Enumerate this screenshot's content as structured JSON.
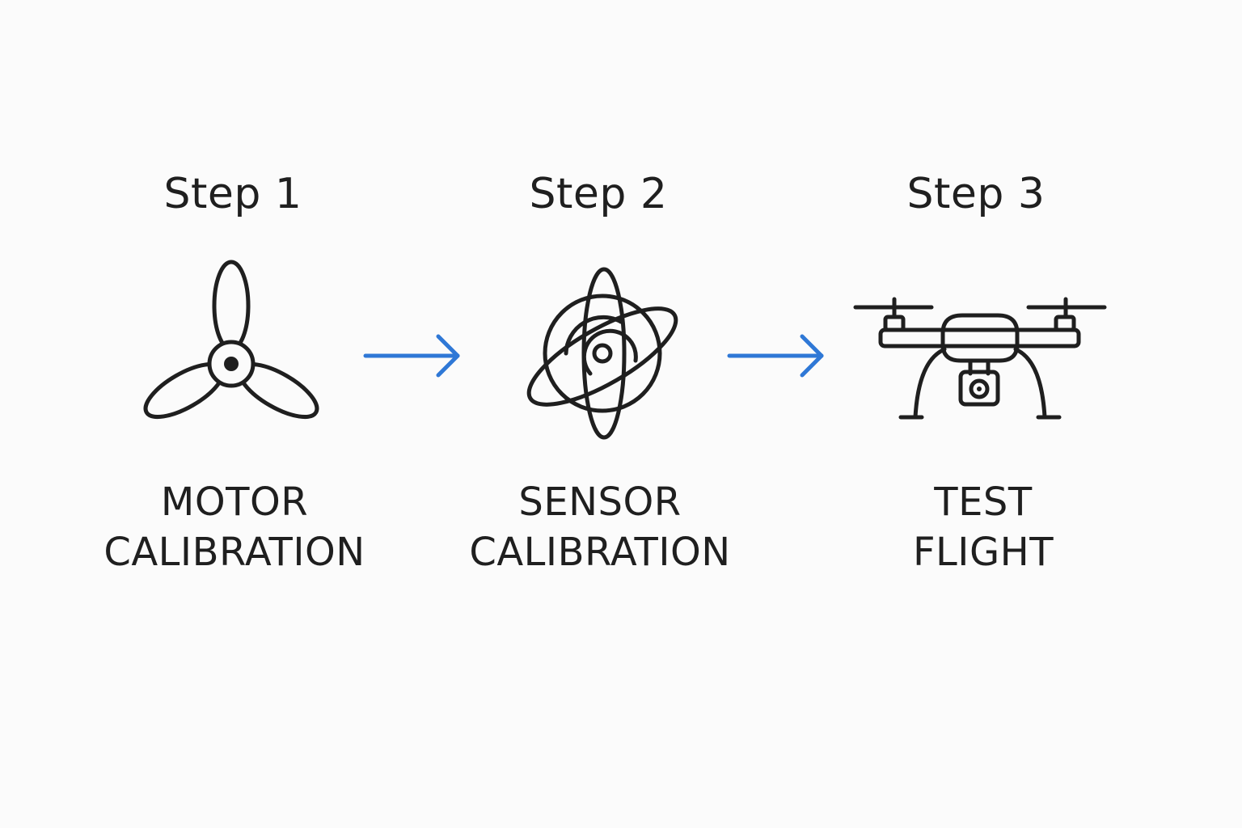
{
  "steps": [
    {
      "heading": "Step 1",
      "caption_line1": "MOTOR",
      "caption_line2": "CALIBRATION",
      "icon": "propeller-icon"
    },
    {
      "heading": "Step 2",
      "caption_line1": "SENSOR",
      "caption_line2": "CALIBRATION",
      "icon": "gyroscope-sensor-icon"
    },
    {
      "heading": "Step 3",
      "caption_line1": "TEST",
      "caption_line2": "FLIGHT",
      "icon": "drone-icon"
    }
  ],
  "colors": {
    "text": "#1f1f1f",
    "arrow": "#2f78d6",
    "background": "#fbfbfb"
  }
}
